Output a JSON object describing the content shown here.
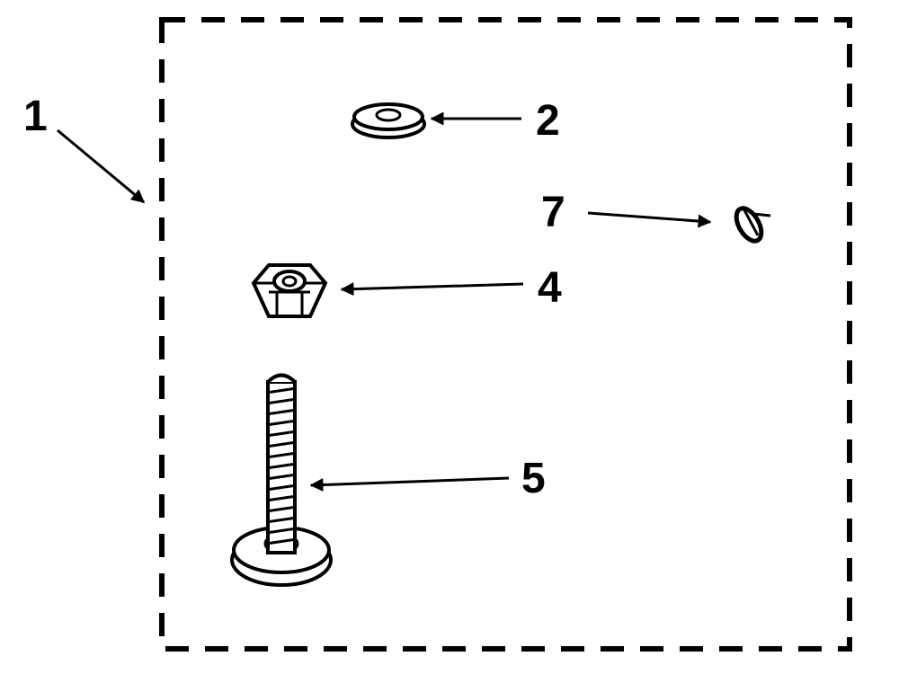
{
  "callouts": {
    "kit": "1",
    "washer": "2",
    "nut": "4",
    "screw": "5",
    "clip": "7"
  },
  "colors": {
    "ink": "#000000",
    "paper": "#ffffff"
  },
  "icons": {
    "washer": "flat-washer-icon",
    "nut": "hex-nut-icon",
    "screw": "flange-screw-icon",
    "clip": "spring-clip-icon"
  }
}
